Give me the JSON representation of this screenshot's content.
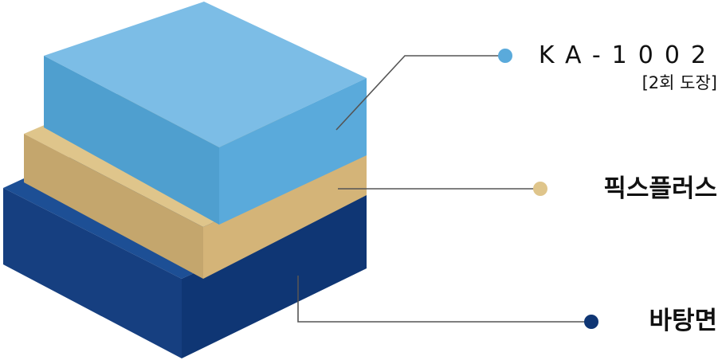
{
  "layers": [
    {
      "label": "KA-1002",
      "sublabel": "[2회 도장]",
      "top_color": "#7cbde6",
      "left_color": "#4f9fcf",
      "right_color": "#5aaadb",
      "dot_color": "#5aaadb"
    },
    {
      "label": "픽스플러스",
      "top_color": "#dfc58b",
      "left_color": "#c4a66d",
      "right_color": "#d4b478",
      "dot_color": "#dfc58b"
    },
    {
      "label": "바탕면",
      "top_color": "#1d4f95",
      "left_color": "#163f80",
      "right_color": "#0f3674",
      "dot_color": "#0f3674"
    }
  ],
  "leader_color": "#555555"
}
